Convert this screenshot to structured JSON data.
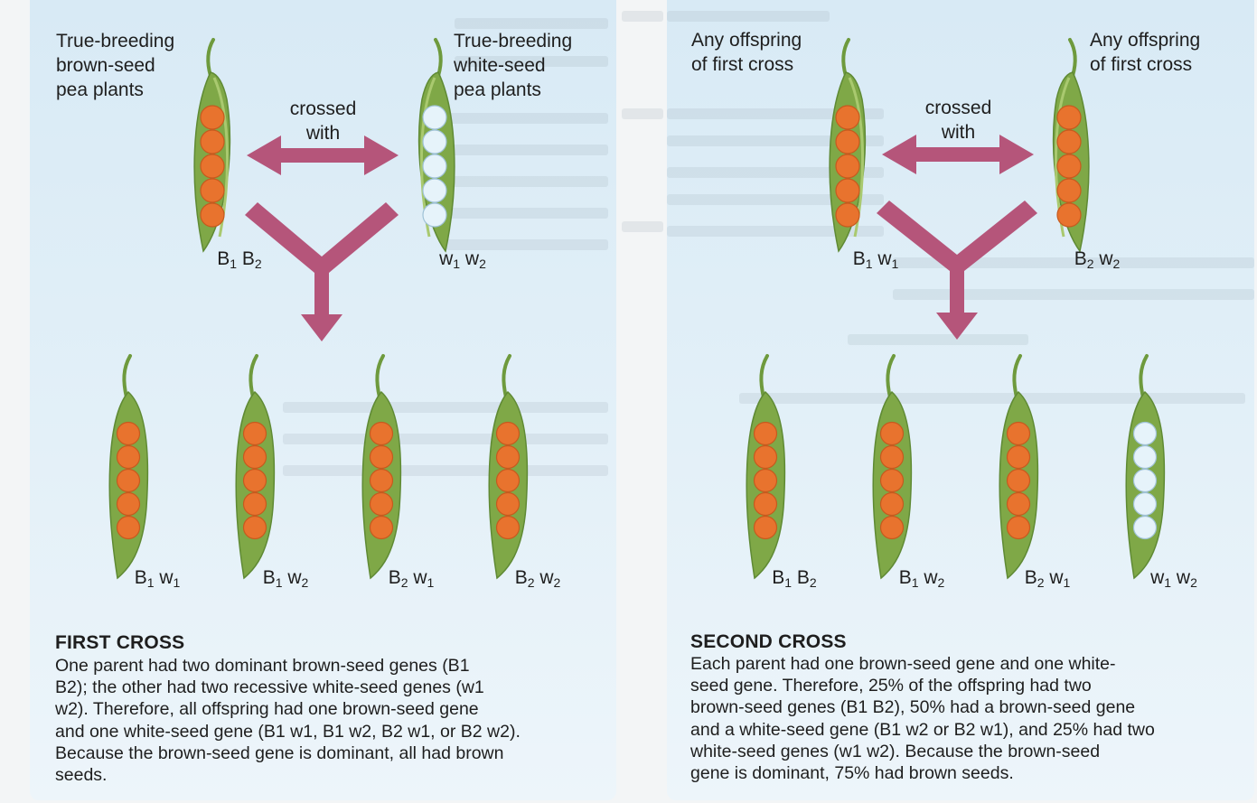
{
  "first_cross": {
    "left_parent_label": "True-breeding\nbrown-seed\npea plants",
    "right_parent_label": "True-breeding\nwhite-seed\npea plants",
    "crossed_with": "crossed\nwith",
    "left_parent_genotype": "B1 B2",
    "right_parent_genotype": "w1 w2",
    "offspring": [
      {
        "genotype": "B1 w1",
        "seed_color": "brown"
      },
      {
        "genotype": "B1 w2",
        "seed_color": "brown"
      },
      {
        "genotype": "B2 w1",
        "seed_color": "brown"
      },
      {
        "genotype": "B2 w2",
        "seed_color": "brown"
      }
    ],
    "heading": "FIRST CROSS",
    "description": "One parent had two dominant brown-seed genes (B1\nB2); the other had two recessive white-seed genes (w1\nw2). Therefore, all offspring had one brown-seed gene\nand one white-seed gene (B1 w1, B1 w2, B2 w1, or B2 w2).\nBecause the brown-seed gene is dominant, all had brown\nseeds."
  },
  "second_cross": {
    "left_parent_label": "Any offspring\nof first cross",
    "right_parent_label": "Any offspring\nof first cross",
    "crossed_with": "crossed\nwith",
    "left_parent_genotype": "B1 w1",
    "right_parent_genotype": "B2 w2",
    "offspring": [
      {
        "genotype": "B1 B2",
        "seed_color": "brown"
      },
      {
        "genotype": "B1 w2",
        "seed_color": "brown"
      },
      {
        "genotype": "B2 w1",
        "seed_color": "brown"
      },
      {
        "genotype": "w1 w2",
        "seed_color": "white"
      }
    ],
    "heading": "SECOND CROSS",
    "description": "Each parent had one brown-seed gene and one white-\nseed gene. Therefore, 25% of the offspring had two\nbrown-seed genes (B1 B2), 50% had a brown-seed gene\nand a white-seed gene (B1 w2 or B2 w1), and 25% had two\nwhite-seed genes (w1 w2). Because the brown-seed\ngene is dominant, 75% had brown seeds."
  },
  "colors": {
    "panel_bg": "#dcecf6",
    "pod_green": "#7fa847",
    "pod_dark": "#5f8a34",
    "brown_seed": "#e8732e",
    "white_seed": "#e6f3fa",
    "arrow": "#b5557a"
  }
}
